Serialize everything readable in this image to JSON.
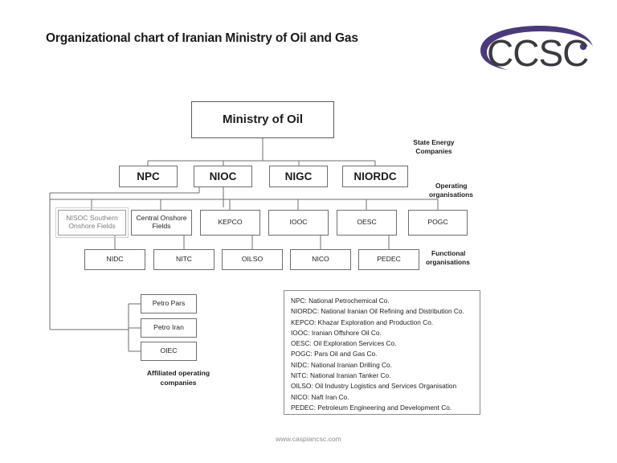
{
  "slide": {
    "title": "Organizational chart of Iranian Ministry of Oil and Gas",
    "footer": "www.caspiancsc.com"
  },
  "logo": {
    "text": "CCSC",
    "swoosh_color": "#4b3a7a",
    "text_color": "#3a3a42"
  },
  "chart_data": {
    "type": "diagram",
    "title": "Organizational chart of Iranian Ministry of Oil and Gas",
    "root": "Ministry of Oil",
    "levels": [
      {
        "name": "State Energy Companies",
        "nodes": [
          "NPC",
          "NIOC",
          "NIGC",
          "NIORDC"
        ]
      },
      {
        "name": "Operating organisations",
        "nodes": [
          "NISOC Southern Onshore Fields",
          "Central Onshore Fields",
          "KEPCO",
          "IOOC",
          "OESC",
          "POGC"
        ]
      },
      {
        "name": "Functional organisations",
        "nodes": [
          "NIDC",
          "NITC",
          "OILSO",
          "NICO",
          "PEDEC"
        ]
      },
      {
        "name": "Affiliated operating companies",
        "nodes": [
          "Petro Pars",
          "Petro Iran",
          "OIEC"
        ]
      }
    ]
  },
  "nodes": {
    "root": "Ministry of Oil",
    "level2": [
      {
        "label": "NPC"
      },
      {
        "label": "NIOC"
      },
      {
        "label": "NIGC"
      },
      {
        "label": "NIORDC"
      }
    ],
    "level3": [
      {
        "label_line1": "NISOC Southern",
        "label_line2": "Onshore Fields"
      },
      {
        "label_line1": "Central Onshore",
        "label_line2": "Fields"
      },
      {
        "label": "KEPCO"
      },
      {
        "label": "IOOC"
      },
      {
        "label": "OESC"
      },
      {
        "label": "POGC"
      }
    ],
    "level4": [
      {
        "label": "NIDC"
      },
      {
        "label": "NITC"
      },
      {
        "label": "OILSO"
      },
      {
        "label": "NICO"
      },
      {
        "label": "PEDEC"
      }
    ],
    "affiliated": [
      {
        "label": "Petro Pars"
      },
      {
        "label": "Petro Iran"
      },
      {
        "label": "OIEC"
      }
    ]
  },
  "side_labels": {
    "state_energy": "State Energy\nCompanies",
    "state_energy_line1": "State Energy",
    "state_energy_line2": "Companies",
    "operating_line1": "Operating",
    "operating_line2": "organisations",
    "functional_line1": "Functional",
    "functional_line2": "organisations",
    "affiliated_line1": "Affiliated operating",
    "affiliated_line2": "companies"
  },
  "legend": {
    "entries": [
      {
        "abbr": "NPC:",
        "full": "National Petrochemical Co."
      },
      {
        "abbr": "NIORDC:",
        "full": "National Iranian Oil Refining and Distribution Co."
      },
      {
        "abbr": "KEPCO:",
        "full": "Khazar Exploration and Production Co."
      },
      {
        "abbr": "IOOC:",
        "full": "Iranian Offshore Oil Co."
      },
      {
        "abbr": "OESC:",
        "full": "Oil Exploration Services Co."
      },
      {
        "abbr": "POGC:",
        "full": "Pars Oil and Gas Co."
      },
      {
        "abbr": "NIDC:",
        "full": "National Iranian Drilling Co."
      },
      {
        "abbr": "NITC:",
        "full": "National Iranian Tanker Co."
      },
      {
        "abbr": "OILSO:",
        "full": "Oil Industry Logistics and Services Organisation"
      },
      {
        "abbr": "NICO:",
        "full": "Naft Iran Co."
      },
      {
        "abbr": "PEDEC:",
        "full": "Petroleum Engineering and Development Co."
      }
    ]
  }
}
